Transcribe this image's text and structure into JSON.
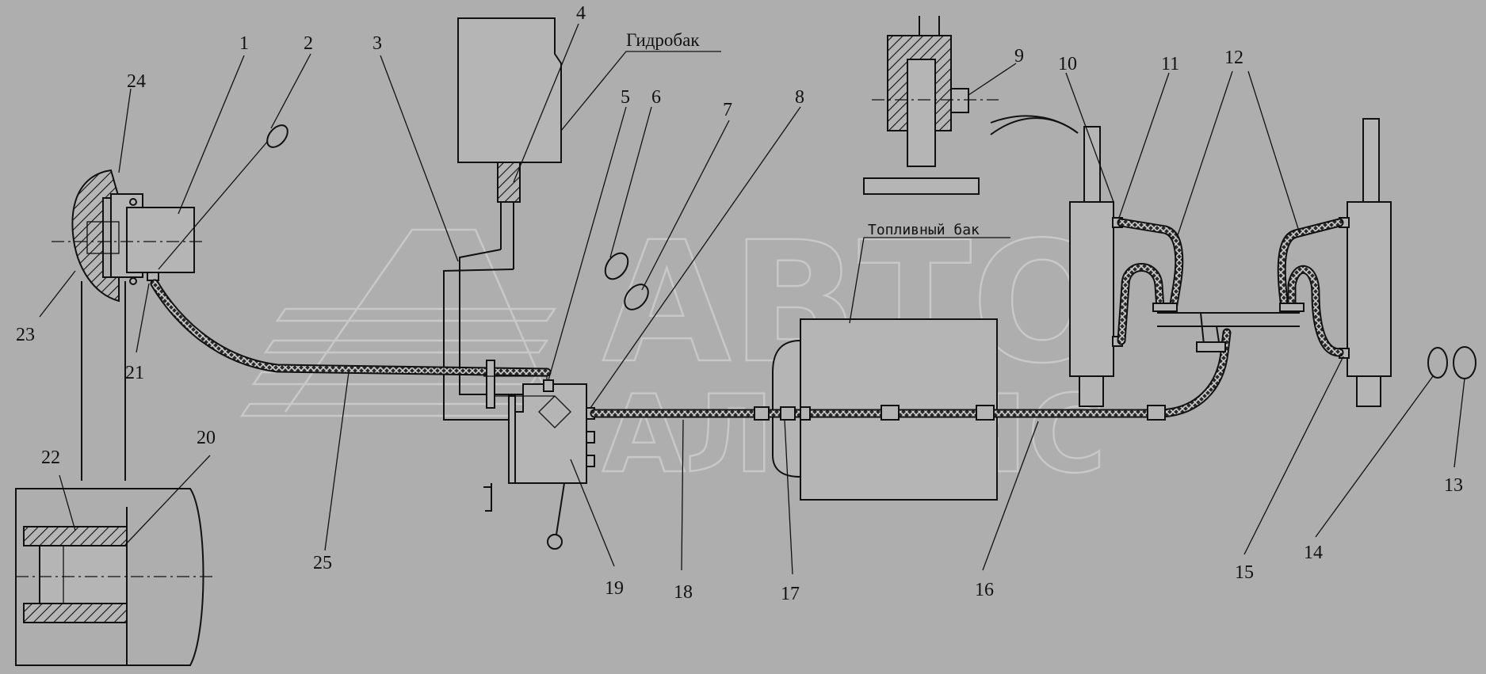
{
  "labels": {
    "n1": "1",
    "n2": "2",
    "n3": "3",
    "n4": "4",
    "n5": "5",
    "n6": "6",
    "n7": "7",
    "n8": "8",
    "n9": "9",
    "n10": "10",
    "n11": "11",
    "n12": "12",
    "n13": "13",
    "n14": "14",
    "n15": "15",
    "n16": "16",
    "n17": "17",
    "n18": "18",
    "n19": "19",
    "n20": "20",
    "n21": "21",
    "n22": "22",
    "n23": "23",
    "n24": "24",
    "n25": "25"
  },
  "captions": {
    "hydro_tank": "Гидробак",
    "fuel_tank": "Топливный бак"
  },
  "watermark": {
    "line1": "АВТО",
    "line2": "АЛЬЯНС"
  },
  "colors": {
    "background": "#aeaeae",
    "ink": "#111111",
    "watermark": "#c8c8c8"
  }
}
